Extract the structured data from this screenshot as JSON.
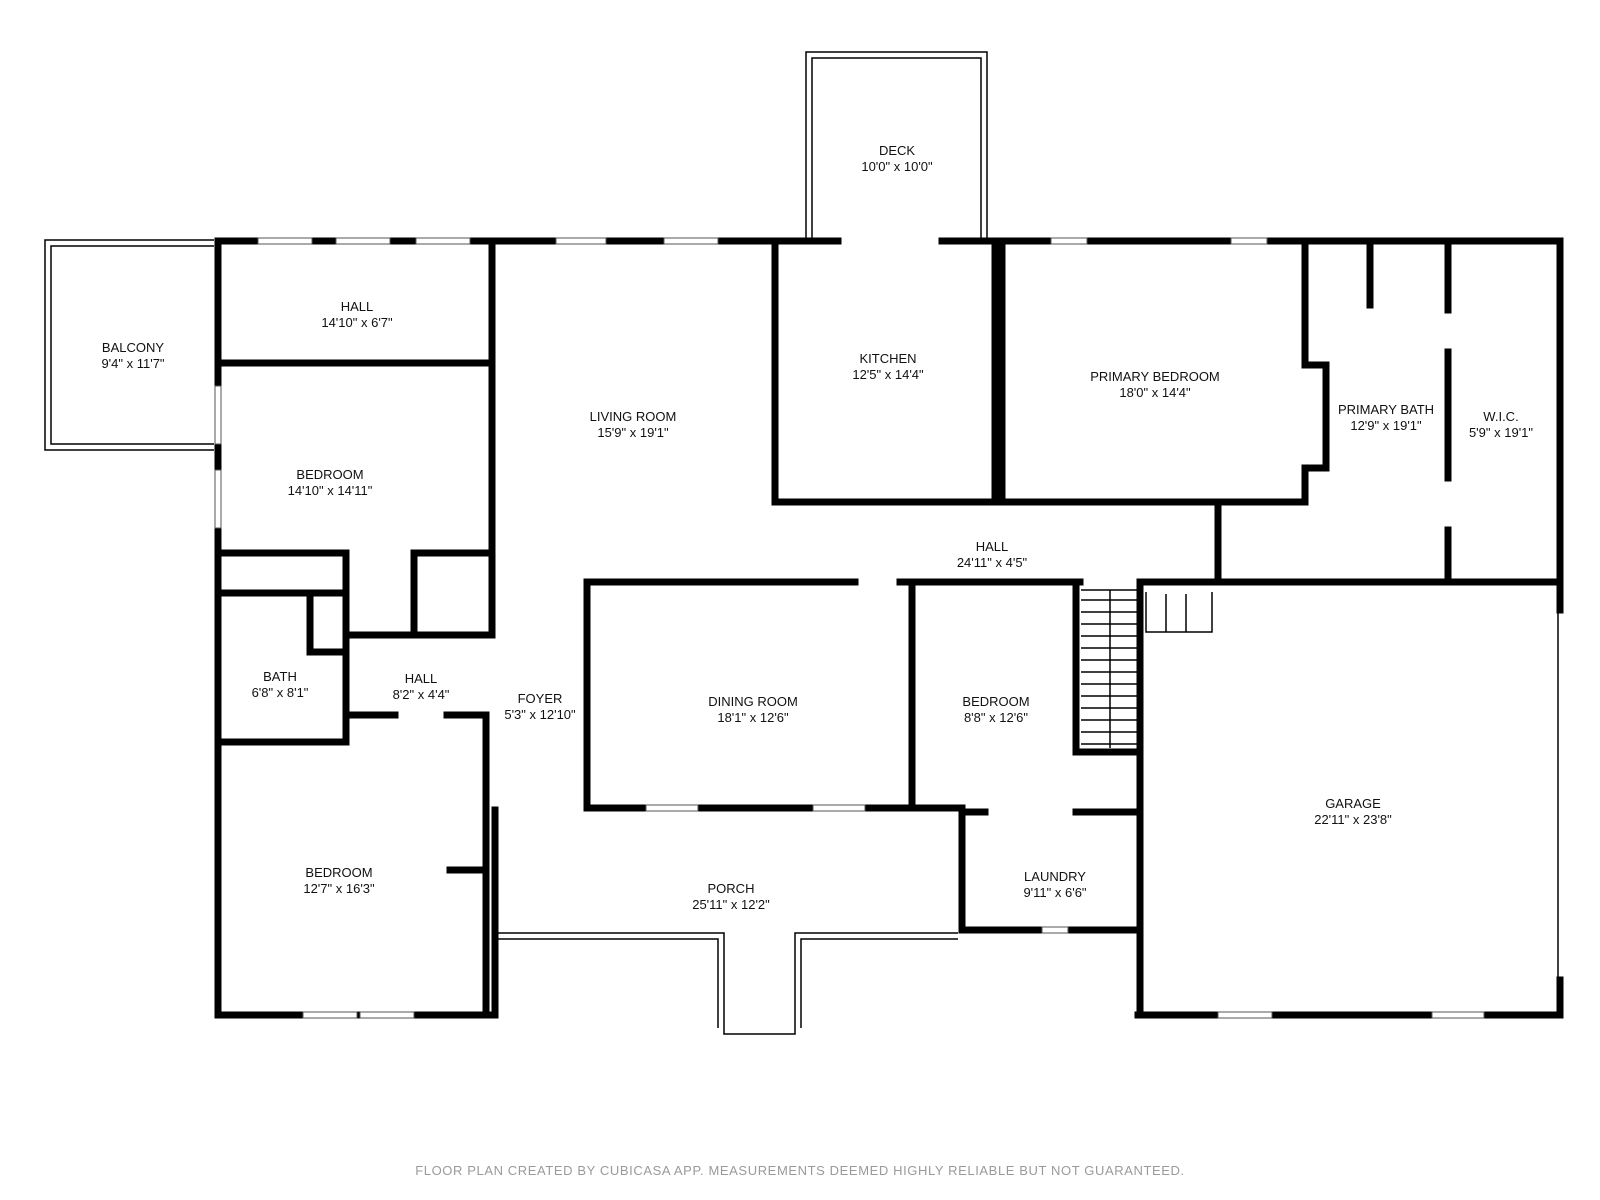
{
  "rooms": {
    "deck": {
      "name": "DECK",
      "dims": "10'0\" x 10'0\""
    },
    "balcony": {
      "name": "BALCONY",
      "dims": "9'4\" x 11'7\""
    },
    "hall_top": {
      "name": "HALL",
      "dims": "14'10\" x 6'7\""
    },
    "living_room": {
      "name": "LIVING ROOM",
      "dims": "15'9\" x 19'1\""
    },
    "kitchen": {
      "name": "KITCHEN",
      "dims": "12'5\" x 14'4\""
    },
    "primary_bedroom": {
      "name": "PRIMARY BEDROOM",
      "dims": "18'0\" x 14'4\""
    },
    "primary_bath": {
      "name": "PRIMARY BATH",
      "dims": "12'9\" x 19'1\""
    },
    "wic": {
      "name": "W.I.C.",
      "dims": "5'9\" x 19'1\""
    },
    "bedroom_1": {
      "name": "BEDROOM",
      "dims": "14'10\" x 14'11\""
    },
    "hall_main": {
      "name": "HALL",
      "dims": "24'11\" x 4'5\""
    },
    "bath": {
      "name": "BATH",
      "dims": "6'8\" x 8'1\""
    },
    "hall_small": {
      "name": "HALL",
      "dims": "8'2\" x 4'4\""
    },
    "foyer": {
      "name": "FOYER",
      "dims": "5'3\" x 12'10\""
    },
    "dining_room": {
      "name": "DINING ROOM",
      "dims": "18'1\" x 12'6\""
    },
    "bedroom_2": {
      "name": "BEDROOM",
      "dims": "8'8\" x 12'6\""
    },
    "garage": {
      "name": "GARAGE",
      "dims": "22'11\" x 23'8\""
    },
    "bedroom_3": {
      "name": "BEDROOM",
      "dims": "12'7\" x 16'3\""
    },
    "porch": {
      "name": "PORCH",
      "dims": "25'11\" x 12'2\""
    },
    "laundry": {
      "name": "LAUNDRY",
      "dims": "9'11\" x 6'6\""
    }
  },
  "footer": "FLOOR PLAN CREATED BY CUBICASA APP. MEASUREMENTS DEEMED HIGHLY RELIABLE BUT NOT GUARANTEED."
}
